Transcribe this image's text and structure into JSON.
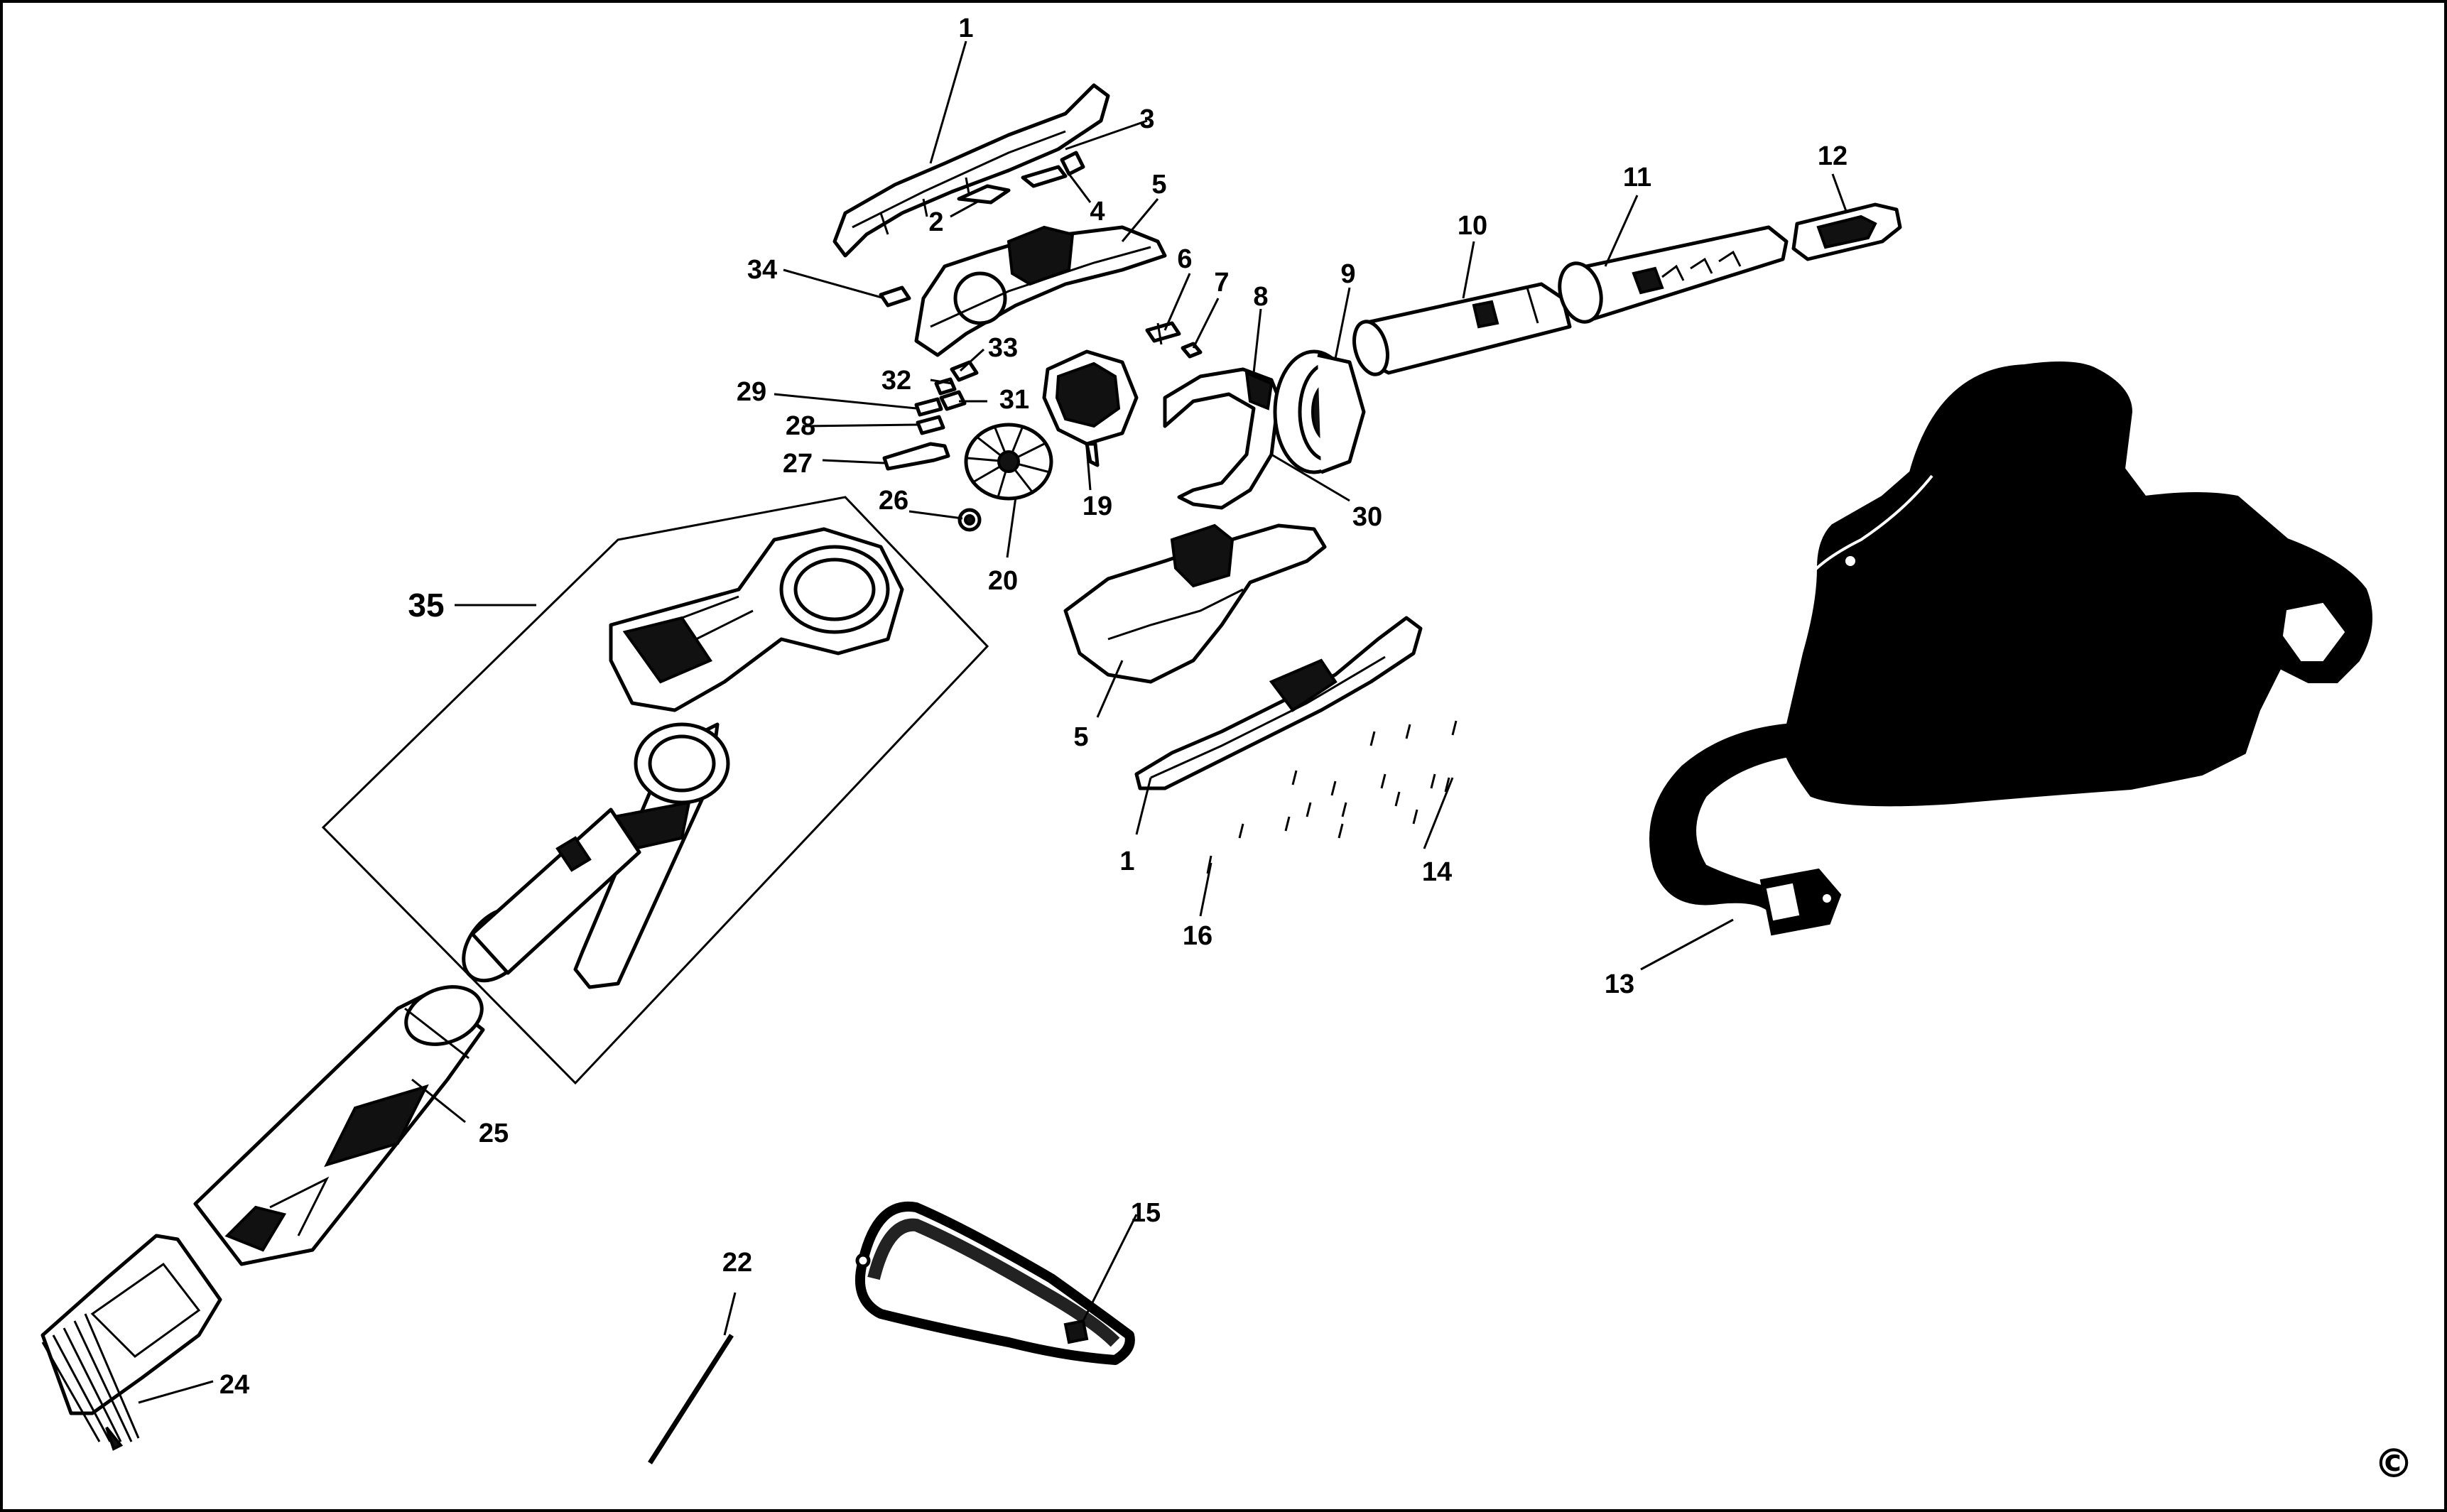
{
  "diagram": {
    "callouts": [
      {
        "id": "c1a",
        "label": "1"
      },
      {
        "id": "c2",
        "label": "2"
      },
      {
        "id": "c3",
        "label": "3"
      },
      {
        "id": "c4",
        "label": "4"
      },
      {
        "id": "c5a",
        "label": "5"
      },
      {
        "id": "c6",
        "label": "6"
      },
      {
        "id": "c7",
        "label": "7"
      },
      {
        "id": "c8",
        "label": "8"
      },
      {
        "id": "c9",
        "label": "9"
      },
      {
        "id": "c10",
        "label": "10"
      },
      {
        "id": "c11",
        "label": "11"
      },
      {
        "id": "c12",
        "label": "12"
      },
      {
        "id": "c34",
        "label": "34"
      },
      {
        "id": "c33",
        "label": "33"
      },
      {
        "id": "c32",
        "label": "32"
      },
      {
        "id": "c31",
        "label": "31"
      },
      {
        "id": "c29",
        "label": "29"
      },
      {
        "id": "c28",
        "label": "28"
      },
      {
        "id": "c27",
        "label": "27"
      },
      {
        "id": "c26",
        "label": "26"
      },
      {
        "id": "c19",
        "label": "19"
      },
      {
        "id": "c20",
        "label": "20"
      },
      {
        "id": "c30",
        "label": "30"
      },
      {
        "id": "c35",
        "label": "35"
      },
      {
        "id": "c5b",
        "label": "5"
      },
      {
        "id": "c1b",
        "label": "1"
      },
      {
        "id": "c14",
        "label": "14"
      },
      {
        "id": "c16",
        "label": "16"
      },
      {
        "id": "c13",
        "label": "13"
      },
      {
        "id": "c25",
        "label": "25"
      },
      {
        "id": "c15",
        "label": "15"
      },
      {
        "id": "c22",
        "label": "22"
      },
      {
        "id": "c24",
        "label": "24"
      }
    ],
    "copyright_symbol": "©"
  }
}
